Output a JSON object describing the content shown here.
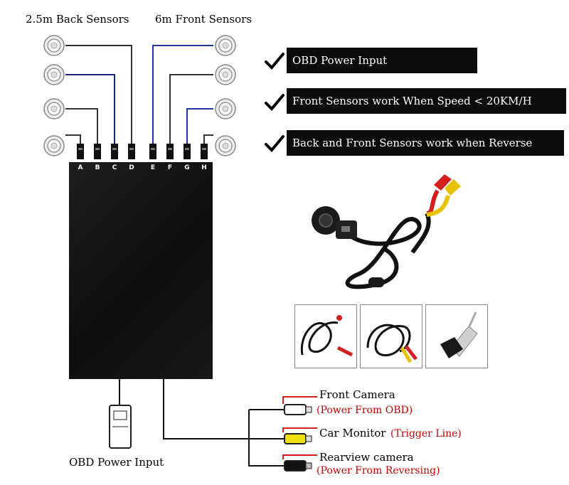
{
  "headers": {
    "back_sensors": "2.5m Back Sensors",
    "front_sensors": "6m Front Sensors"
  },
  "features": [
    {
      "text": "OBD Power Input"
    },
    {
      "text": "Front Sensors work When Speed < 20KM/H"
    },
    {
      "text": "Back and Front Sensors work when Reverse"
    }
  ],
  "ports": [
    "A",
    "B",
    "C",
    "D",
    "E",
    "F",
    "G",
    "H"
  ],
  "legend": {
    "front_camera": {
      "title": "Front Camera",
      "sub": "(Power From OBD)"
    },
    "car_monitor": {
      "title": "Car Monitor",
      "sub": "(Trigger Line)"
    },
    "rearview_camera": {
      "title": "Rearview camera",
      "sub": "(Power From Reversing)"
    }
  },
  "obd_label": "OBD Power Input",
  "icons": {
    "check": "checkmark-icon",
    "sensor": "parking-sensor-icon"
  },
  "colors": {
    "banner_bg": "#0b0b0b",
    "accent_red": "#c00000",
    "wire_blue": "#2233aa",
    "wire_yellow": "#e8d000"
  }
}
